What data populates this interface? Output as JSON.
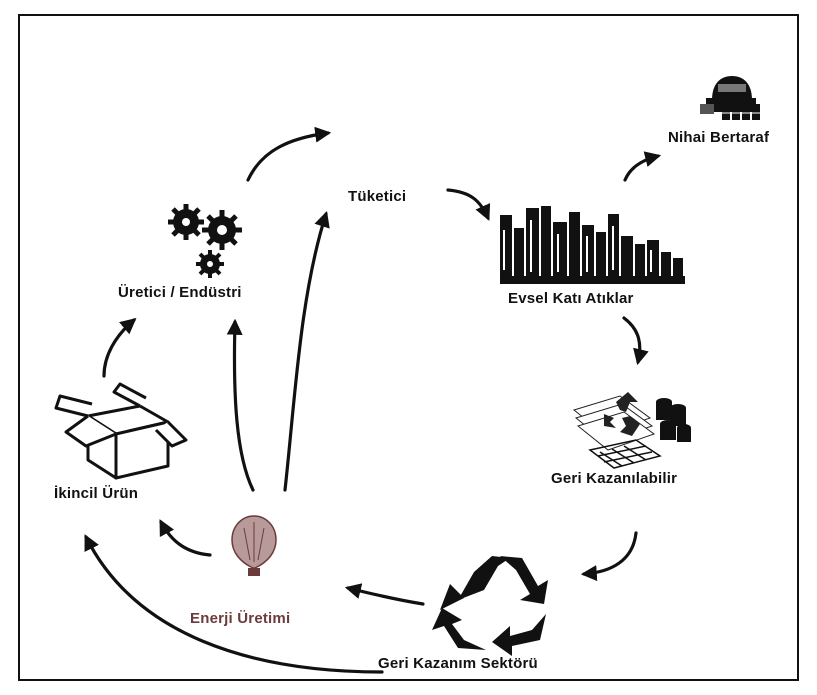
{
  "diagram": {
    "nodes": {
      "nihai_bertaraf": "Nihai Bertaraf",
      "tuketici": "Tüketici",
      "evsel_kati_atiklar": "Evsel Katı Atıklar",
      "uretici_endustri": "Üretici / Endüstri",
      "geri_kazanilabilir": "Geri Kazanılabilir",
      "ikincil_urun": "İkincil Ürün",
      "enerji_uretimi": "Enerji Üretimi",
      "geri_kazanim_sektoru": "Geri Kazanım Sektörü"
    },
    "icons": {
      "nihai_bertaraf": "landfill-machine-icon",
      "uretici_endustri": "gears-icon",
      "evsel_kati_atiklar": "city-skyline-icon",
      "geri_kazanilabilir": "recyclable-materials-icon",
      "ikincil_urun": "open-box-icon",
      "enerji_uretimi": "light-bulb-icon",
      "geri_kazanim_sektoru": "recycle-symbol-icon"
    },
    "colors": {
      "ink": "#111111",
      "energy_label": "#6b3b3b",
      "bulb": "#b89a9a"
    }
  }
}
